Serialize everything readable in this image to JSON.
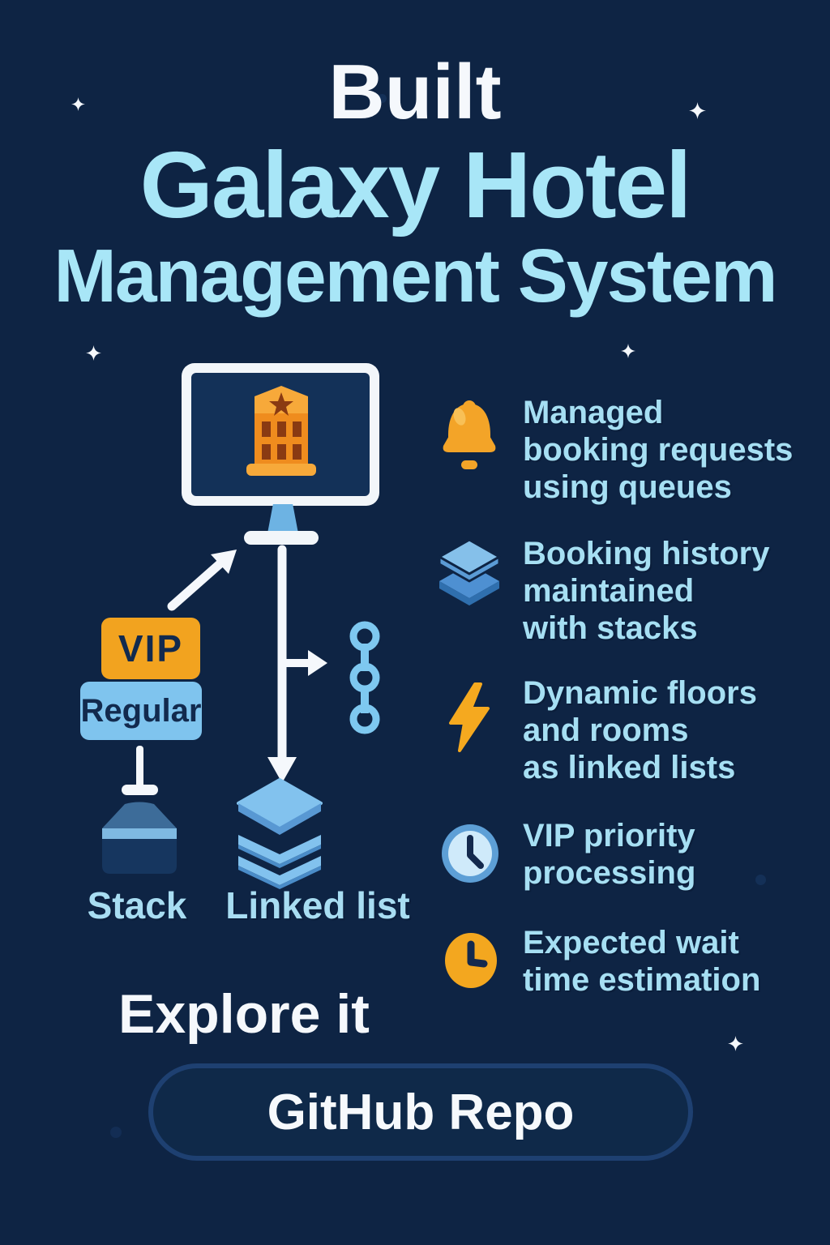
{
  "title": {
    "line1": "Built",
    "line2": "Galaxy Hotel",
    "line3": "Management System"
  },
  "diagram": {
    "vip_label": "VIP",
    "regular_label": "Regular",
    "stack_label": "Stack",
    "linked_list_label": "Linked list",
    "icons": {
      "monitor": "monitor-icon",
      "hotel": "hotel-building-icon",
      "chain": "linked-nodes-icon",
      "stack": "stack-icon",
      "linked_list": "linked-list-layers-icon",
      "pointer": "push-pointer-icon"
    }
  },
  "features": [
    {
      "icon": "bell-icon",
      "lines": [
        "Managed",
        "booking requests",
        "using queues"
      ]
    },
    {
      "icon": "stack-layers-icon",
      "lines": [
        "Booking history",
        "maintained",
        "with stacks"
      ]
    },
    {
      "icon": "lightning-icon",
      "lines": [
        "Dynamic floors",
        "and rooms",
        "as linked lists"
      ]
    },
    {
      "icon": "clock-blue-icon",
      "lines": [
        "VIP priority",
        "processing"
      ]
    },
    {
      "icon": "clock-orange-icon",
      "lines": [
        "Expected wait",
        "time estimation"
      ]
    }
  ],
  "footer": {
    "explore_label": "Explore it",
    "button_label": "GitHub Repo"
  },
  "colors": {
    "background": "#0e2444",
    "title_white": "#f5f8fc",
    "title_accent": "#a8e6f7",
    "feature_text": "#a6dff3",
    "orange": "#f2a31f",
    "light_blue": "#7fc4ee",
    "medium_blue": "#5d9fd6",
    "dark_navy_text": "#122a4e",
    "button_border": "#1e4071"
  }
}
